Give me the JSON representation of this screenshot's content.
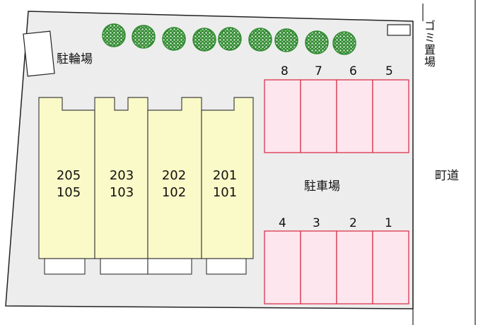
{
  "labels": {
    "bicycle_parking": "駐輪場",
    "garbage_area": "ゴミ置場",
    "town_road": "町道",
    "parking_lot": "駐車場"
  },
  "parking_top": [
    "8",
    "7",
    "6",
    "5"
  ],
  "parking_bottom": [
    "4",
    "3",
    "2",
    "1"
  ],
  "buildings": [
    {
      "upper": "205",
      "lower": "105"
    },
    {
      "upper": "203",
      "lower": "103"
    },
    {
      "upper": "202",
      "lower": "102"
    },
    {
      "upper": "201",
      "lower": "101"
    }
  ],
  "trees_count": 9,
  "colors": {
    "site_fill": "#ededed",
    "building_fill": "#fafac8",
    "parking_fill": "#fde6ee",
    "parking_stroke": "#d9344e",
    "tree": "#2f8a2f"
  }
}
